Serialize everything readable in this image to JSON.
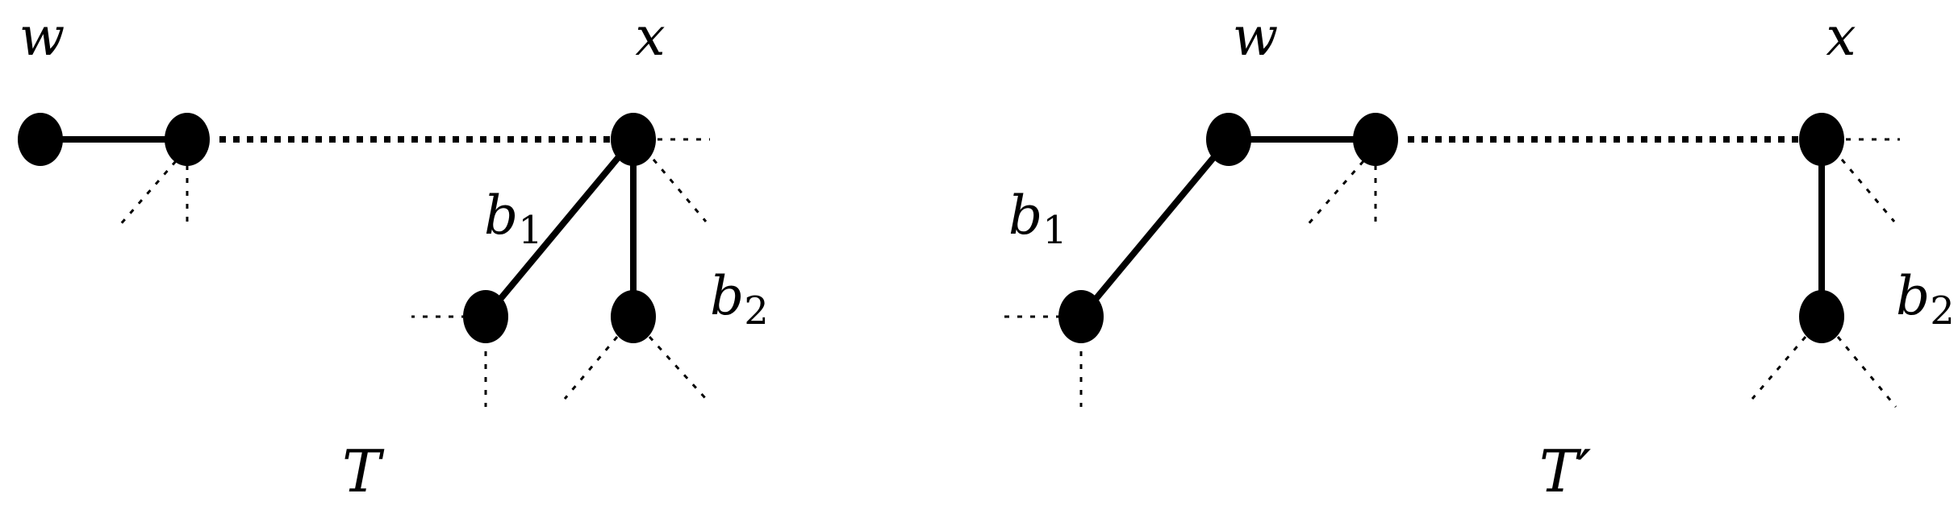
{
  "left_tree": {
    "caption": "T",
    "labels": {
      "w": "w",
      "x": "x",
      "b1": "b",
      "b1_sub": "1",
      "b2": "b",
      "b2_sub": "2"
    }
  },
  "right_tree": {
    "caption": "T′",
    "labels": {
      "w": "w",
      "x": "x",
      "b1": "b",
      "b1_sub": "1",
      "b2": "b",
      "b2_sub": "2"
    }
  },
  "colors": {
    "ink": "#000000",
    "background": "#ffffff"
  }
}
